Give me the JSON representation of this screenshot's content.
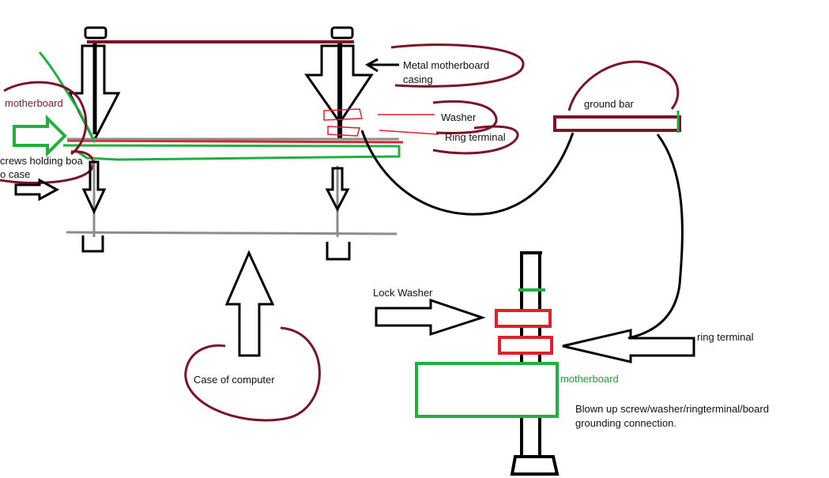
{
  "labels": {
    "motherboard_top": "motherboard",
    "screws_line1": "crews holding boa",
    "screws_line2": "o case",
    "metal_casing_line1": "Metal motherboard",
    "metal_casing_line2": "casing",
    "washer": "Washer",
    "ring_terminal_top": "Ring terminal",
    "ground_bar": "ground bar",
    "lock_washer": "Lock Washer",
    "ring_terminal_bottom": "ring terminal",
    "case_of_computer": "Case of computer",
    "motherboard_bottom": "motherboard",
    "blown_up_line1": "Blown up screw/washer/ringterminal/board",
    "blown_up_line2": "grounding connection."
  },
  "colors": {
    "ink": "#000000",
    "maroon": "#7a1426",
    "green": "#1fb040",
    "red": "#e0202a",
    "gray": "#8c8c8c"
  }
}
